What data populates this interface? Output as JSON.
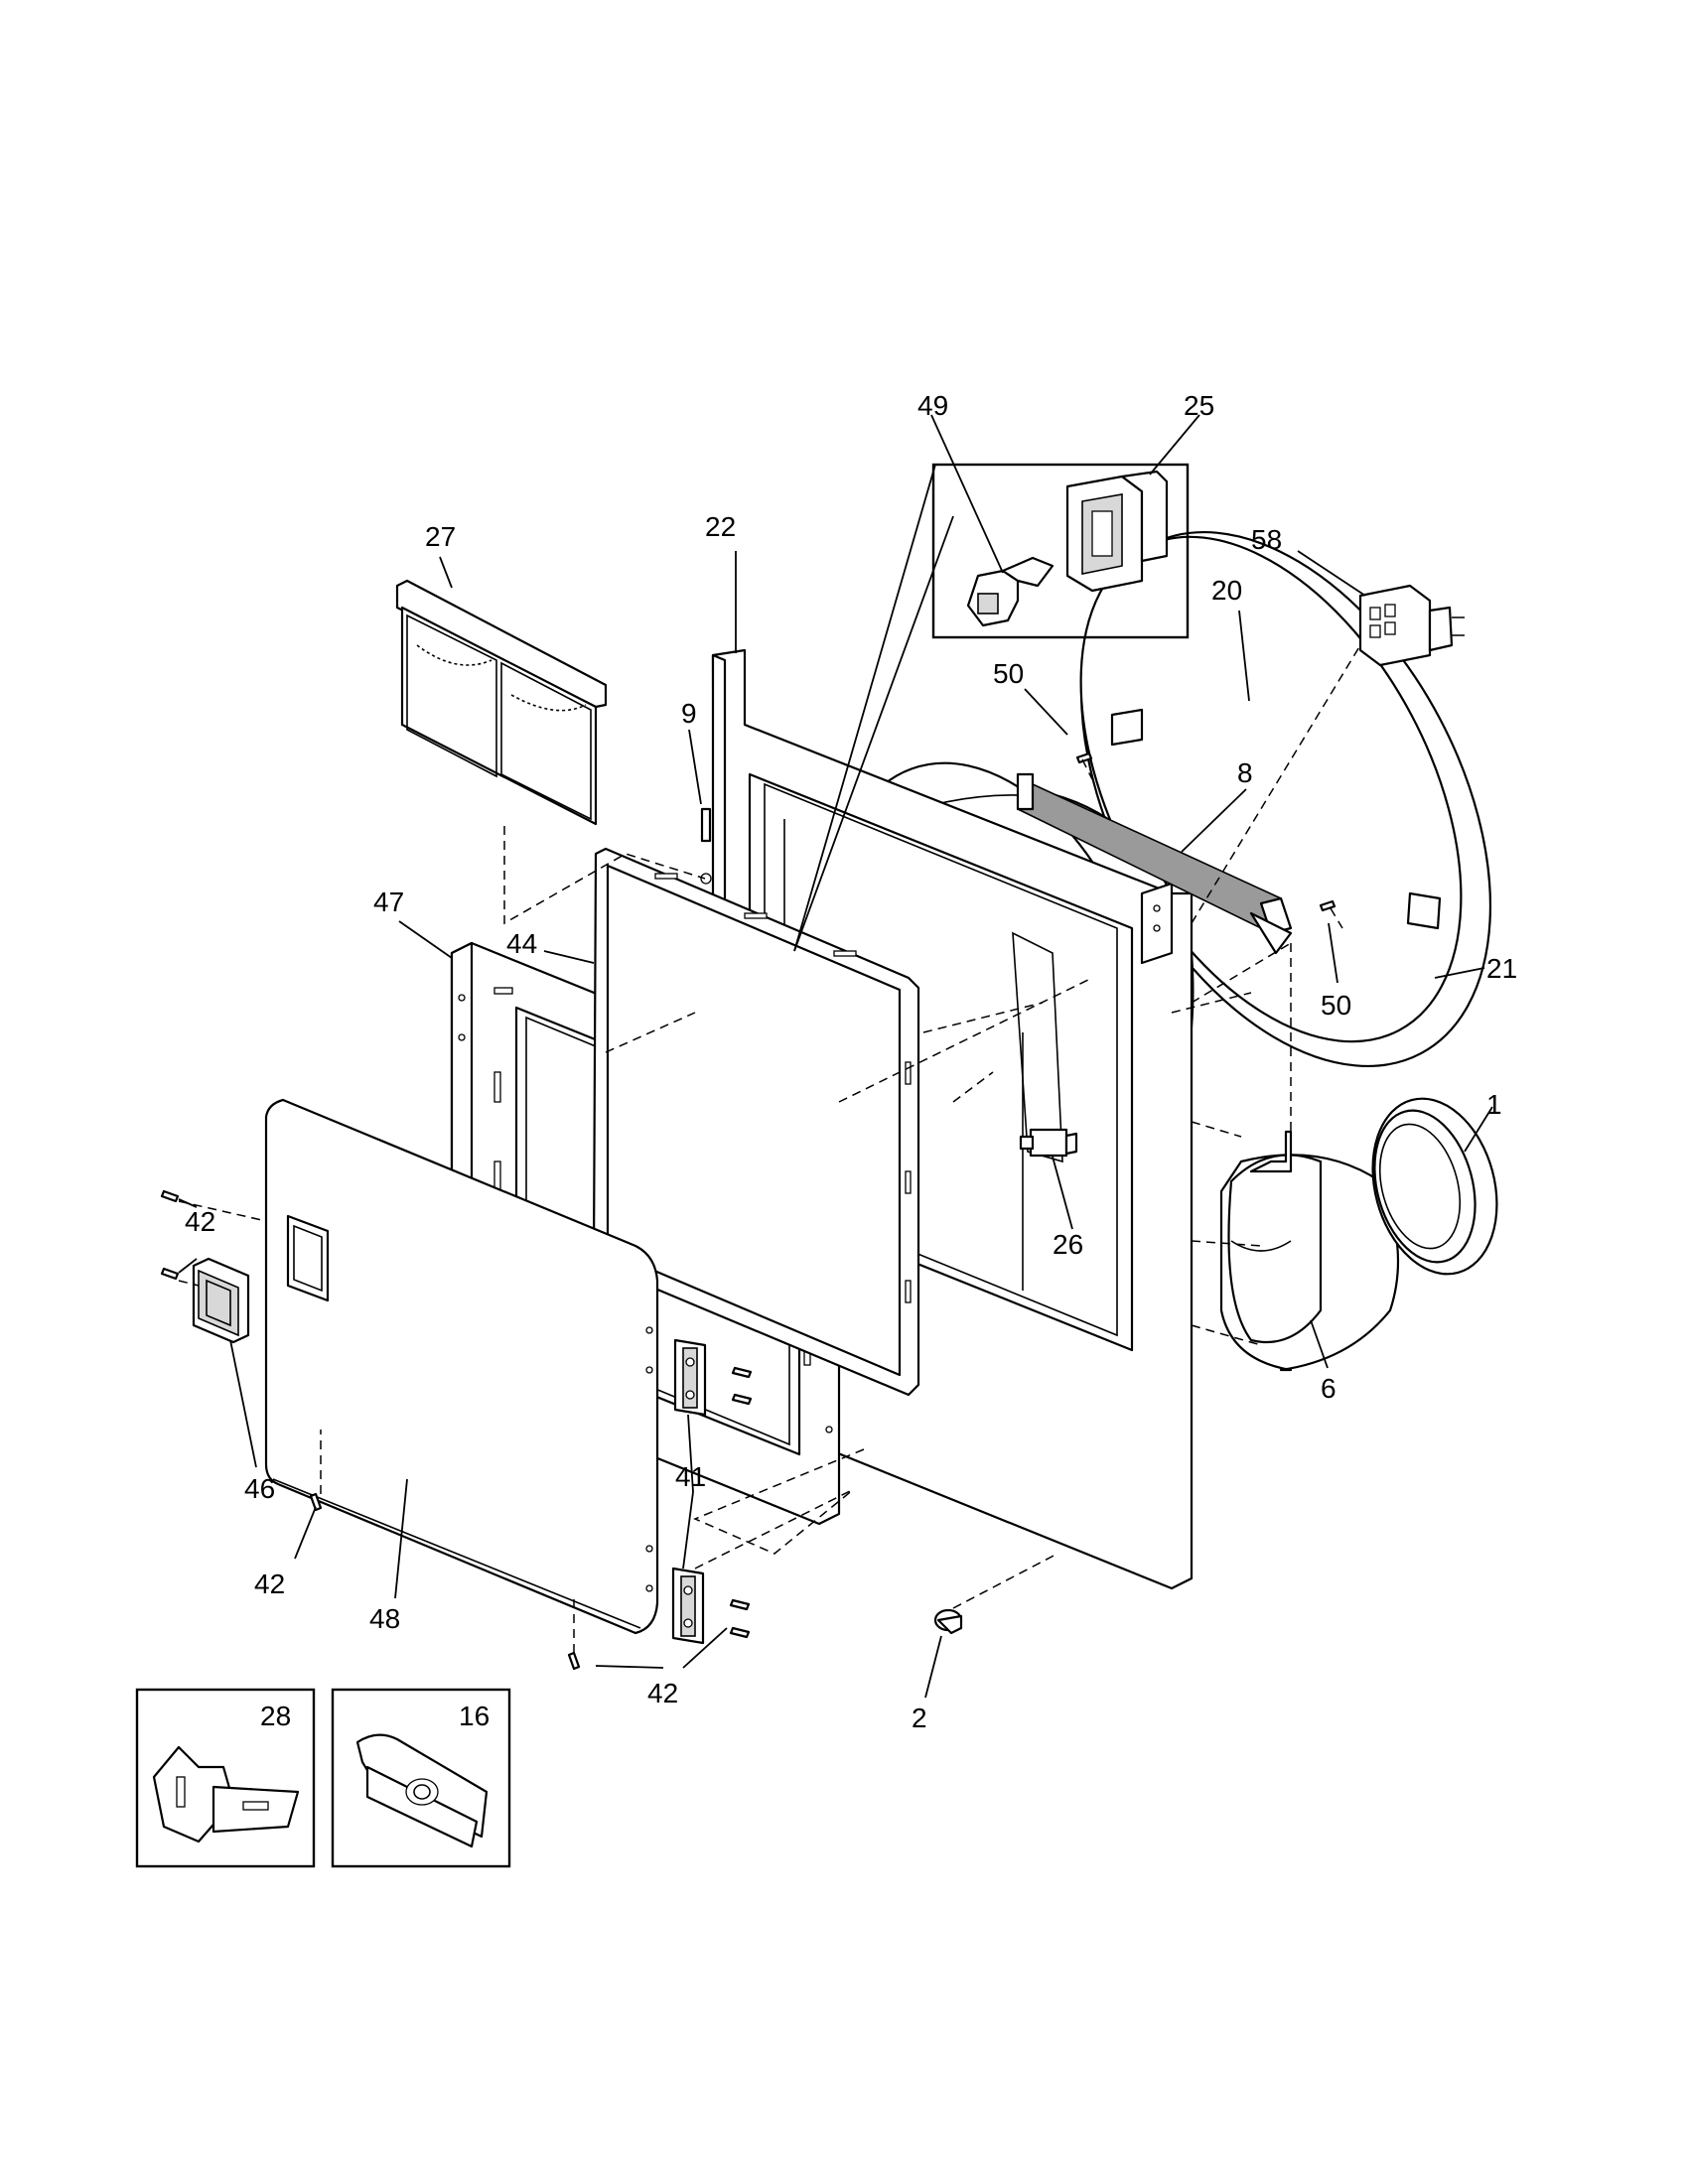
{
  "callouts": {
    "c1": "1",
    "c2": "2",
    "c6": "6",
    "c8": "8",
    "c9": "9",
    "c16": "16",
    "c20": "20",
    "c21": "21",
    "c22": "22",
    "c25": "25",
    "c26": "26",
    "c27": "27",
    "c28": "28",
    "c41": "41",
    "c42a": "42",
    "c42b": "42",
    "c42c": "42",
    "c44": "44",
    "c46": "46",
    "c47": "47",
    "c48": "48",
    "c49": "49",
    "c50a": "50",
    "c50b": "50",
    "c58": "58"
  }
}
